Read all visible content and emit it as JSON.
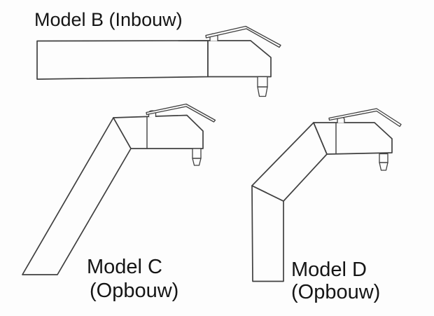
{
  "diagram": {
    "description": "Three line drawings of tap / dispenser arm models",
    "colors": {
      "line": "#404040",
      "text": "#151515",
      "background": "#fdfdfd"
    },
    "models": [
      {
        "line1": "Model B (Inbouw)"
      },
      {
        "line1": "Model C",
        "line2": "(Opbouw)"
      },
      {
        "line1": "Model D",
        "line2": "(Opbouw)"
      }
    ]
  }
}
